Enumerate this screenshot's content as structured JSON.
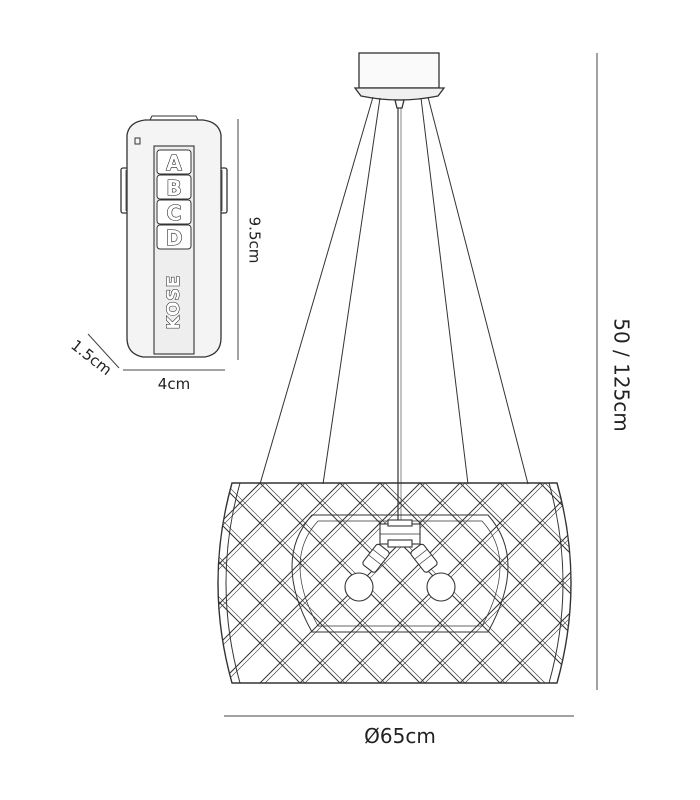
{
  "remote": {
    "buttons": [
      "A",
      "B",
      "C",
      "D"
    ],
    "brand": "KOSE",
    "height_label": "9.5cm",
    "width_label": "4cm",
    "depth_label": "1.5cm"
  },
  "lamp": {
    "drop_label": "50 / 125cm",
    "diameter_label": "Ø65cm"
  },
  "colors": {
    "line": "#333333",
    "remote_fill": "#f4f4f4"
  }
}
